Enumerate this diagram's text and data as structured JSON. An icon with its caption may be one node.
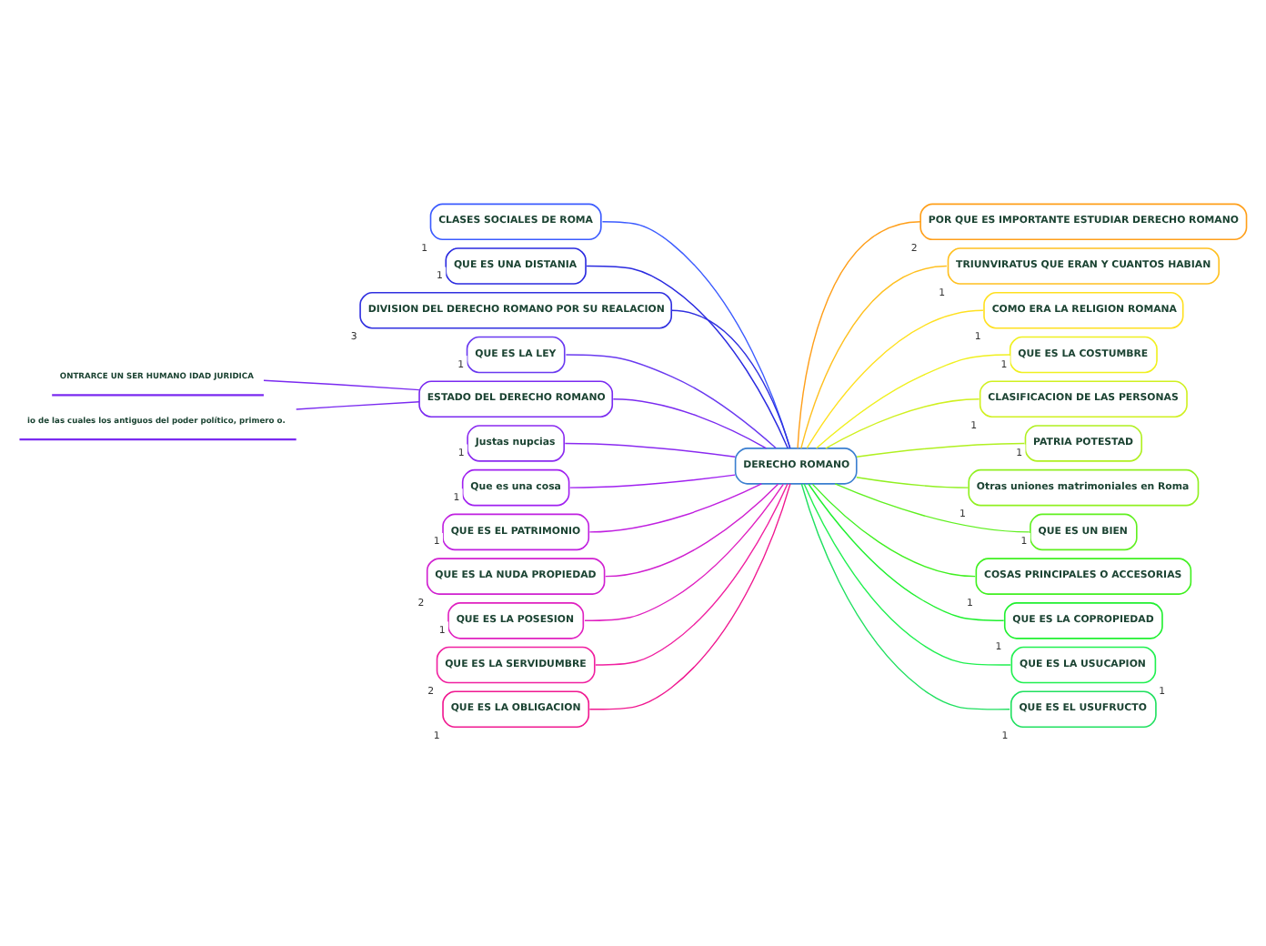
{
  "diagram": {
    "nodes": [
      {
        "text": [
          "DERECHO ROMANO"
        ]
      },
      {
        "text": [
          "CLASES SOCIALES DE ROMA"
        ],
        "beside": [
          "1"
        ]
      },
      {
        "text": [
          "QUE ES UNA DISTANIA"
        ],
        "beside": [
          "1"
        ]
      },
      {
        "text": [
          "DIVISION DEL DERECHO ROMANO POR SU REALACION"
        ],
        "beside": [
          "3"
        ]
      },
      {
        "text": [
          "QUE ES LA LEY"
        ],
        "beside": [
          "1"
        ]
      },
      {
        "text": [
          "ESTADO DEL DERECHO ROMANO"
        ]
      },
      {
        "text": [
          "ONTRARCE UN SER HUMANO IDAD JURIDICA"
        ]
      },
      {
        "text": [
          "io de las cuales los antiguos del poder político, primero o."
        ]
      },
      {
        "text": [
          "Justas nupcias"
        ],
        "beside": [
          "1"
        ]
      },
      {
        "text": [
          "Que es una cosa"
        ],
        "beside": [
          "1"
        ]
      },
      {
        "text": [
          "QUE ES EL PATRIMONIO"
        ],
        "beside": [
          "1"
        ]
      },
      {
        "text": [
          "QUE ES LA NUDA PROPIEDAD"
        ],
        "beside": [
          "2"
        ]
      },
      {
        "text": [
          "QUE ES LA POSESION"
        ],
        "beside": [
          "1"
        ]
      },
      {
        "text": [
          "QUE ES LA SERVIDUMBRE"
        ],
        "beside": [
          "2"
        ]
      },
      {
        "text": [
          "QUE ES LA OBLIGACION"
        ],
        "beside": [
          "1"
        ]
      },
      {
        "text": [
          "POR QUE ES IMPORTANTE ESTUDIAR DERECHO ROMANO"
        ],
        "beside": [
          "2"
        ]
      },
      {
        "text": [
          "TRIUNVIRATUS QUE ERAN Y CUANTOS HABIAN"
        ],
        "beside": [
          "1"
        ]
      },
      {
        "text": [
          "COMO ERA LA RELIGION ROMANA"
        ],
        "beside": [
          "1"
        ]
      },
      {
        "text": [
          "QUE ES LA COSTUMBRE"
        ],
        "beside": [
          "1"
        ]
      },
      {
        "text": [
          "CLASIFICACION DE LAS PERSONAS"
        ],
        "beside": [
          "1"
        ]
      },
      {
        "text": [
          "PATRIA POTESTAD"
        ],
        "beside": [
          "1"
        ]
      },
      {
        "text": [
          "Otras uniones matrimoniales en Roma"
        ],
        "beside": [
          "1"
        ]
      },
      {
        "text": [
          "QUE ES UN BIEN"
        ],
        "beside": [
          "1"
        ]
      },
      {
        "text": [
          "COSAS PRINCIPALES O ACCESORIAS"
        ],
        "beside": [
          "1"
        ]
      },
      {
        "text": [
          "QUE ES LA COPROPIEDAD"
        ],
        "beside": [
          "1"
        ]
      },
      {
        "text": [
          "QUE ES LA USUCAPION"
        ],
        "beside": [
          "1"
        ]
      },
      {
        "text": [
          "QUE ES EL USUFRUCTO"
        ],
        "beside": [
          "1"
        ]
      }
    ],
    "edges": [
      {
        "from": 0,
        "to": 1,
        "arrow": "none",
        "color": "#3b5bff"
      },
      {
        "from": 0,
        "to": 2,
        "arrow": "none",
        "color": "#2a2ae0"
      },
      {
        "from": 0,
        "to": 3,
        "arrow": "none",
        "color": "#3030e0"
      },
      {
        "from": 0,
        "to": 4,
        "arrow": "none",
        "color": "#6a3af0"
      },
      {
        "from": 0,
        "to": 5,
        "arrow": "none",
        "color": "#7a2af0"
      },
      {
        "from": 5,
        "to": 6,
        "arrow": "none",
        "color": "#7a2af0"
      },
      {
        "from": 5,
        "to": 7,
        "arrow": "none",
        "color": "#7a2af0"
      },
      {
        "from": 0,
        "to": 8,
        "arrow": "none",
        "color": "#8a2af0"
      },
      {
        "from": 0,
        "to": 9,
        "arrow": "none",
        "color": "#a020f0"
      },
      {
        "from": 0,
        "to": 10,
        "arrow": "none",
        "color": "#c020e0"
      },
      {
        "from": 0,
        "to": 11,
        "arrow": "none",
        "color": "#d020d0"
      },
      {
        "from": 0,
        "to": 12,
        "arrow": "none",
        "color": "#e020c0"
      },
      {
        "from": 0,
        "to": 13,
        "arrow": "none",
        "color": "#f020a0"
      },
      {
        "from": 0,
        "to": 14,
        "arrow": "none",
        "color": "#f01890"
      },
      {
        "from": 0,
        "to": 15,
        "arrow": "none",
        "color": "#ff9f1a"
      },
      {
        "from": 0,
        "to": 16,
        "arrow": "none",
        "color": "#ffc020"
      },
      {
        "from": 0,
        "to": 17,
        "arrow": "none",
        "color": "#ffe020"
      },
      {
        "from": 0,
        "to": 18,
        "arrow": "none",
        "color": "#f0f020"
      },
      {
        "from": 0,
        "to": 19,
        "arrow": "none",
        "color": "#d0f020"
      },
      {
        "from": 0,
        "to": 20,
        "arrow": "none",
        "color": "#b0f020"
      },
      {
        "from": 0,
        "to": 21,
        "arrow": "none",
        "color": "#90f020"
      },
      {
        "from": 0,
        "to": 22,
        "arrow": "none",
        "color": "#60f020"
      },
      {
        "from": 0,
        "to": 23,
        "arrow": "none",
        "color": "#40f020"
      },
      {
        "from": 0,
        "to": 24,
        "arrow": "none",
        "color": "#20f030"
      },
      {
        "from": 0,
        "to": 25,
        "arrow": "none",
        "color": "#20f050"
      },
      {
        "from": 0,
        "to": 26,
        "arrow": "none",
        "color": "#20e060"
      }
    ]
  }
}
